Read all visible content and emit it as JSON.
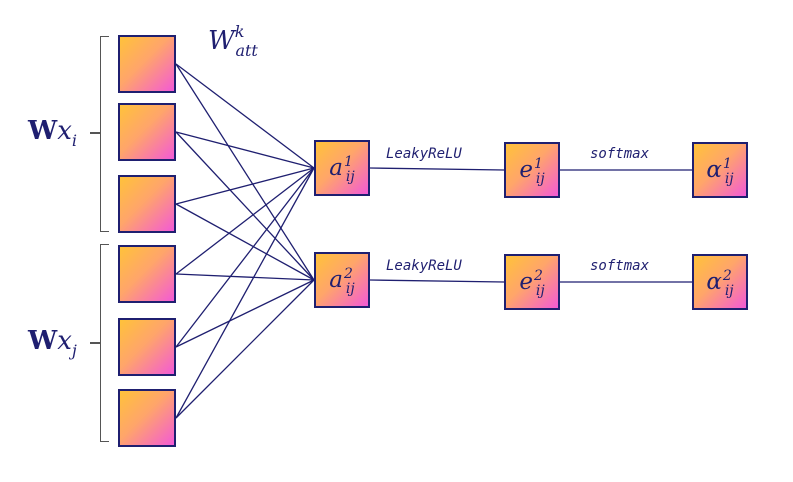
{
  "inputs": {
    "top_label": {
      "bold": "W",
      "var": "x",
      "sub": "i"
    },
    "bottom_label": {
      "bold": "W",
      "var": "x",
      "sub": "j"
    }
  },
  "weight": {
    "base": "W",
    "sup": "k",
    "sub": "att"
  },
  "heads": [
    {
      "a": {
        "base": "a",
        "sup": "1",
        "sub": "ij"
      },
      "e": {
        "base": "e",
        "sup": "1",
        "sub": "ij"
      },
      "alpha": {
        "base": "α",
        "sup": "1",
        "sub": "ij"
      },
      "edge1": "LeakyReLU",
      "edge2": "softmax"
    },
    {
      "a": {
        "base": "a",
        "sup": "2",
        "sub": "ij"
      },
      "e": {
        "base": "e",
        "sup": "2",
        "sub": "ij"
      },
      "alpha": {
        "base": "α",
        "sup": "2",
        "sub": "ij"
      },
      "edge1": "LeakyReLU",
      "edge2": "softmax"
    }
  ],
  "colors": {
    "stroke": "#1f1f70",
    "grad_start": "#ffc23a",
    "grad_end": "#f35ad6"
  }
}
